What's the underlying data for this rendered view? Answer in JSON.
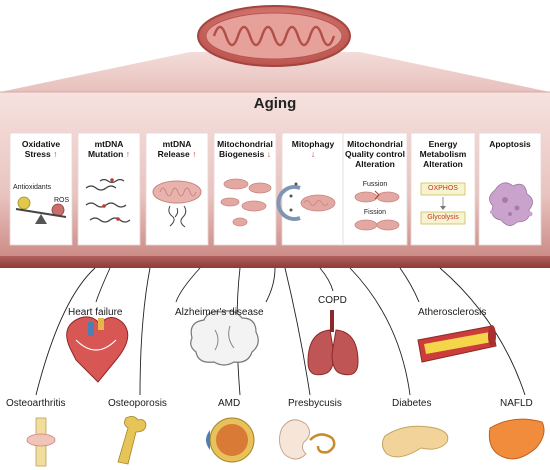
{
  "header": {
    "title": "Aging"
  },
  "mechanisms": [
    {
      "line1": "Oxidative",
      "line2": "Stress",
      "line3": "",
      "trend": "↑"
    },
    {
      "line1": "mtDNA",
      "line2": "Mutation",
      "line3": "",
      "trend": "↑"
    },
    {
      "line1": "mtDNA",
      "line2": "Release",
      "line3": "",
      "trend": "↑"
    },
    {
      "line1": "Mitochondrial",
      "line2": "Biogenesis",
      "line3": "",
      "trend": "↓"
    },
    {
      "line1": "Mitophagy",
      "line2": "",
      "line3": "",
      "trend": "↓"
    },
    {
      "line1": "Mitochondrial",
      "line2": "Quality control",
      "line3": "Alteration",
      "trend": ""
    },
    {
      "line1": "Energy",
      "line2": "Metabolism",
      "line3": "Alteration",
      "trend": ""
    },
    {
      "line1": "Apoptosis",
      "line2": "",
      "line3": "",
      "trend": ""
    }
  ],
  "card_labels": {
    "antioxidants": "Antioxidants",
    "ros": "ROS",
    "fussion": "Fussion",
    "fission": "Fission",
    "oxphos": "OXPHOS",
    "glycolysis": "Glycolysis"
  },
  "diseases_upper": [
    "Heart failure",
    "Alzheimer's disease",
    "COPD",
    "Atherosclerosis"
  ],
  "diseases_lower": [
    "Osteoarthritis",
    "Osteoporosis",
    "AMD",
    "Presbycusis",
    "Diabetes",
    "NAFLD"
  ],
  "colors": {
    "panel_top": "#e8c4c0",
    "panel_bottom": "#8c3b3a",
    "mito_fill": "#d27a74",
    "mito_inner": "#e9aaa3",
    "trend_up": "#c0392b",
    "trend_down": "#c0392b"
  }
}
